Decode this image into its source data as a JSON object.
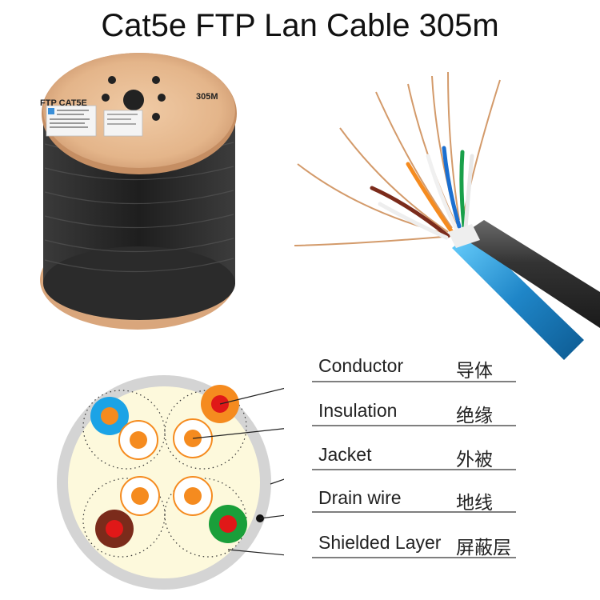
{
  "title": "Cat5e FTP Lan Cable 305m",
  "spool": {
    "label_left": "FTP CAT5E",
    "label_right": "305M"
  },
  "legend": [
    {
      "en": "Conductor",
      "zh": "导体"
    },
    {
      "en": "Insulation",
      "zh": "绝缘"
    },
    {
      "en": "Jacket",
      "zh": "外被"
    },
    {
      "en": "Drain wire",
      "zh": "地线"
    },
    {
      "en": "Shielded Layer",
      "zh": "屏蔽层"
    }
  ],
  "colors": {
    "wood": "#e4b58a",
    "cable_black": "#2a2a2a",
    "shield_blue": "#2b9bd6",
    "cross_section_fill": "#fdf9dc",
    "jacket_gray": "#d4d4d4",
    "orange": "#f58b1f",
    "blue": "#1ba3e6",
    "green": "#1a9f3a",
    "brown": "#7b2b1b",
    "red": "#e01818"
  }
}
